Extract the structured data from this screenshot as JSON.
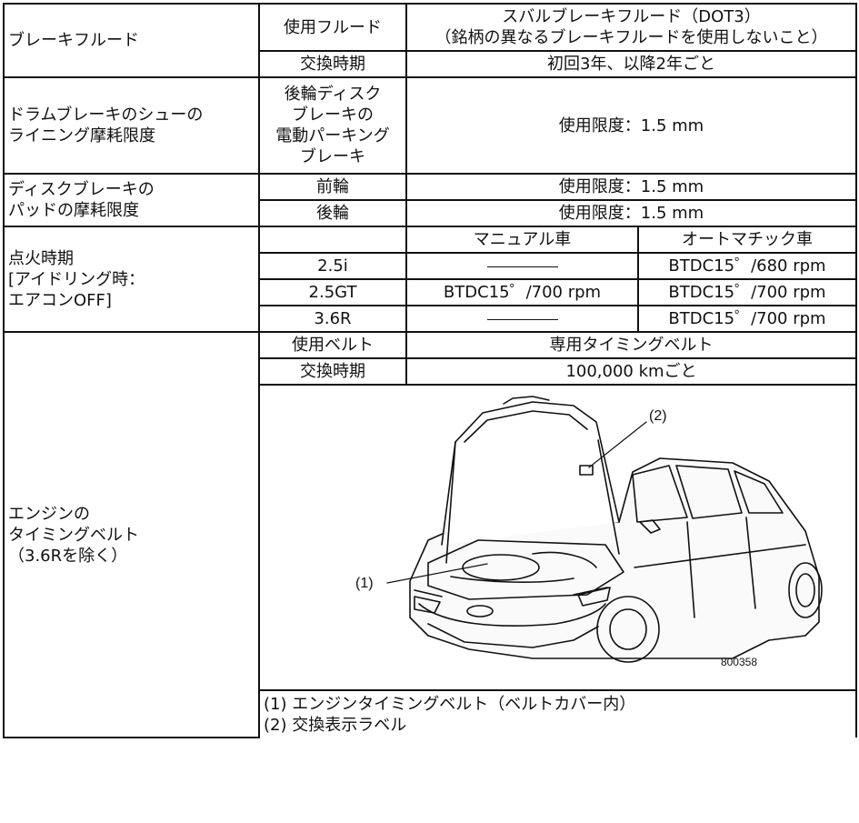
{
  "brake_fluid": {
    "label": "ブレーキフルード",
    "use_label": "使用フルード",
    "use_value": "スバルブレーキフルード（DOT3）\n（銘柄の異なるブレーキフルードを使用しないこと）",
    "interval_label": "交換時期",
    "interval_value": "初回3年、以降2年ごと"
  },
  "drum_brake": {
    "label": "ドラムブレーキのシューの\nライニング摩耗限度",
    "sub_label": "後輪ディスク\nブレーキの\n電動パーキング\nブレーキ",
    "value": "使用限度：1.5 mm"
  },
  "disc_pad": {
    "label": "ディスクブレーキの\nパッドの摩耗限度",
    "front_label": "前輪",
    "front_value": "使用限度：1.5 mm",
    "rear_label": "後輪",
    "rear_value": "使用限度：1.5 mm"
  },
  "ignition": {
    "label": "点火時期\n[アイドリング時：\nエアコンOFF]",
    "manual_header": "マニュアル車",
    "auto_header": "オートマチック車",
    "rows": [
      {
        "model": "2.5i",
        "manual": "",
        "auto": "BTDC15゜/680 rpm"
      },
      {
        "model": "2.5GT",
        "manual": "BTDC15゜/700 rpm",
        "auto": "BTDC15゜/700 rpm"
      },
      {
        "model": "3.6R",
        "manual": "",
        "auto": "BTDC15゜/700 rpm"
      }
    ]
  },
  "timing_belt": {
    "label": "エンジンの\nタイミングベルト\n（3.6Rを除く）",
    "use_label": "使用ベルト",
    "use_value": "専用タイミングベルト",
    "interval_label": "交換時期",
    "interval_value": "100,000 kmごと",
    "figure_code": "800358",
    "callout_1": "(1)",
    "callout_2": "(2)",
    "notes": "(1) エンジンタイミングベルト（ベルトカバー内）\n(2) 交換表示ラベル"
  }
}
